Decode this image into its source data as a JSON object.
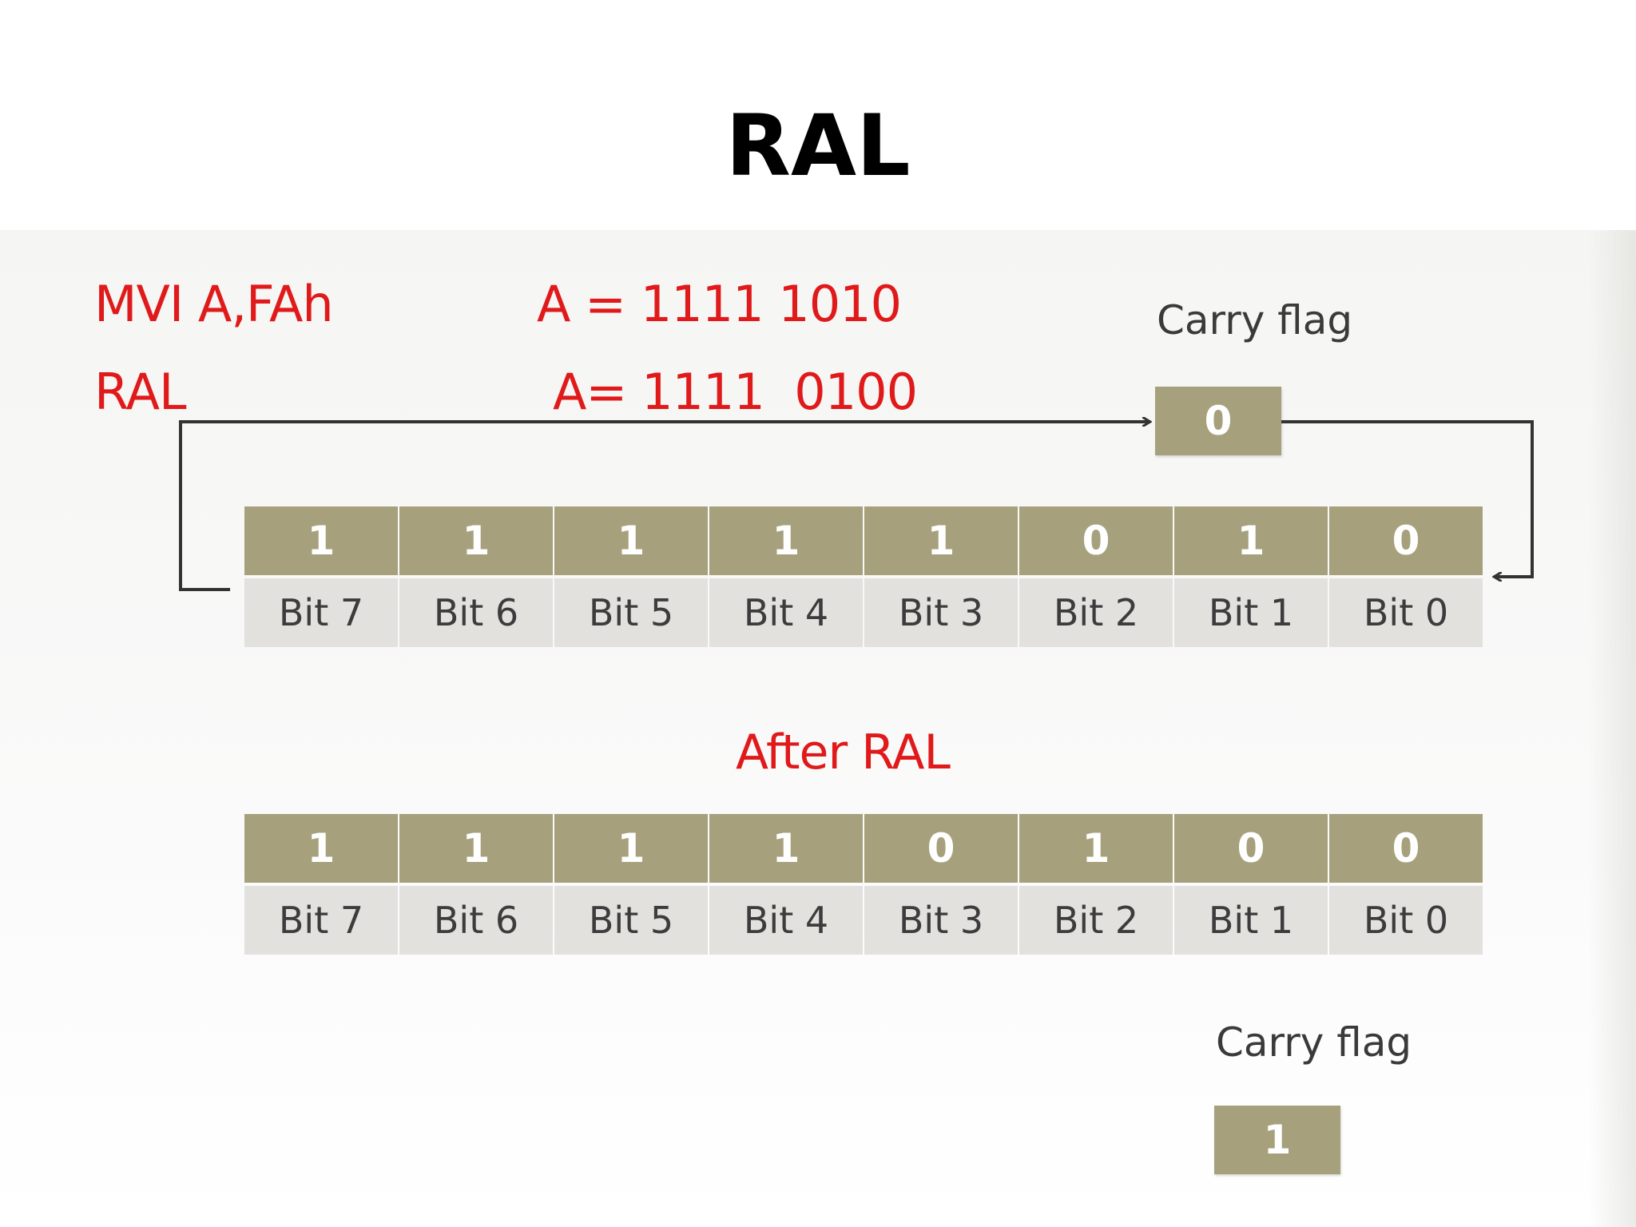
{
  "title": "RAL",
  "instructions": {
    "line1_op": "MVI A,FAh",
    "line1_result": "A = 1111 1010",
    "line2_op": "RAL",
    "line2_result": "A= 1111  0100"
  },
  "before": {
    "carry_label": "Carry flag",
    "carry_value": "0",
    "bits": [
      "1",
      "1",
      "1",
      "1",
      "1",
      "0",
      "1",
      "0"
    ],
    "bit_labels": [
      "Bit 7",
      "Bit 6",
      "Bit 5",
      "Bit 4",
      "Bit 3",
      "Bit 2",
      "Bit 1",
      "Bit 0"
    ]
  },
  "after": {
    "heading": "After RAL",
    "bits": [
      "1",
      "1",
      "1",
      "1",
      "0",
      "1",
      "0",
      "0"
    ],
    "bit_labels": [
      "Bit 7",
      "Bit 6",
      "Bit 5",
      "Bit 4",
      "Bit 3",
      "Bit 2",
      "Bit 1",
      "Bit 0"
    ],
    "carry_label": "Carry flag",
    "carry_value": "1"
  },
  "colors": {
    "highlight_text": "#e01a1a",
    "bit_value_fill": "#a6a17c",
    "bit_label_fill": "#e2e1dd",
    "arrow": "#333333"
  }
}
